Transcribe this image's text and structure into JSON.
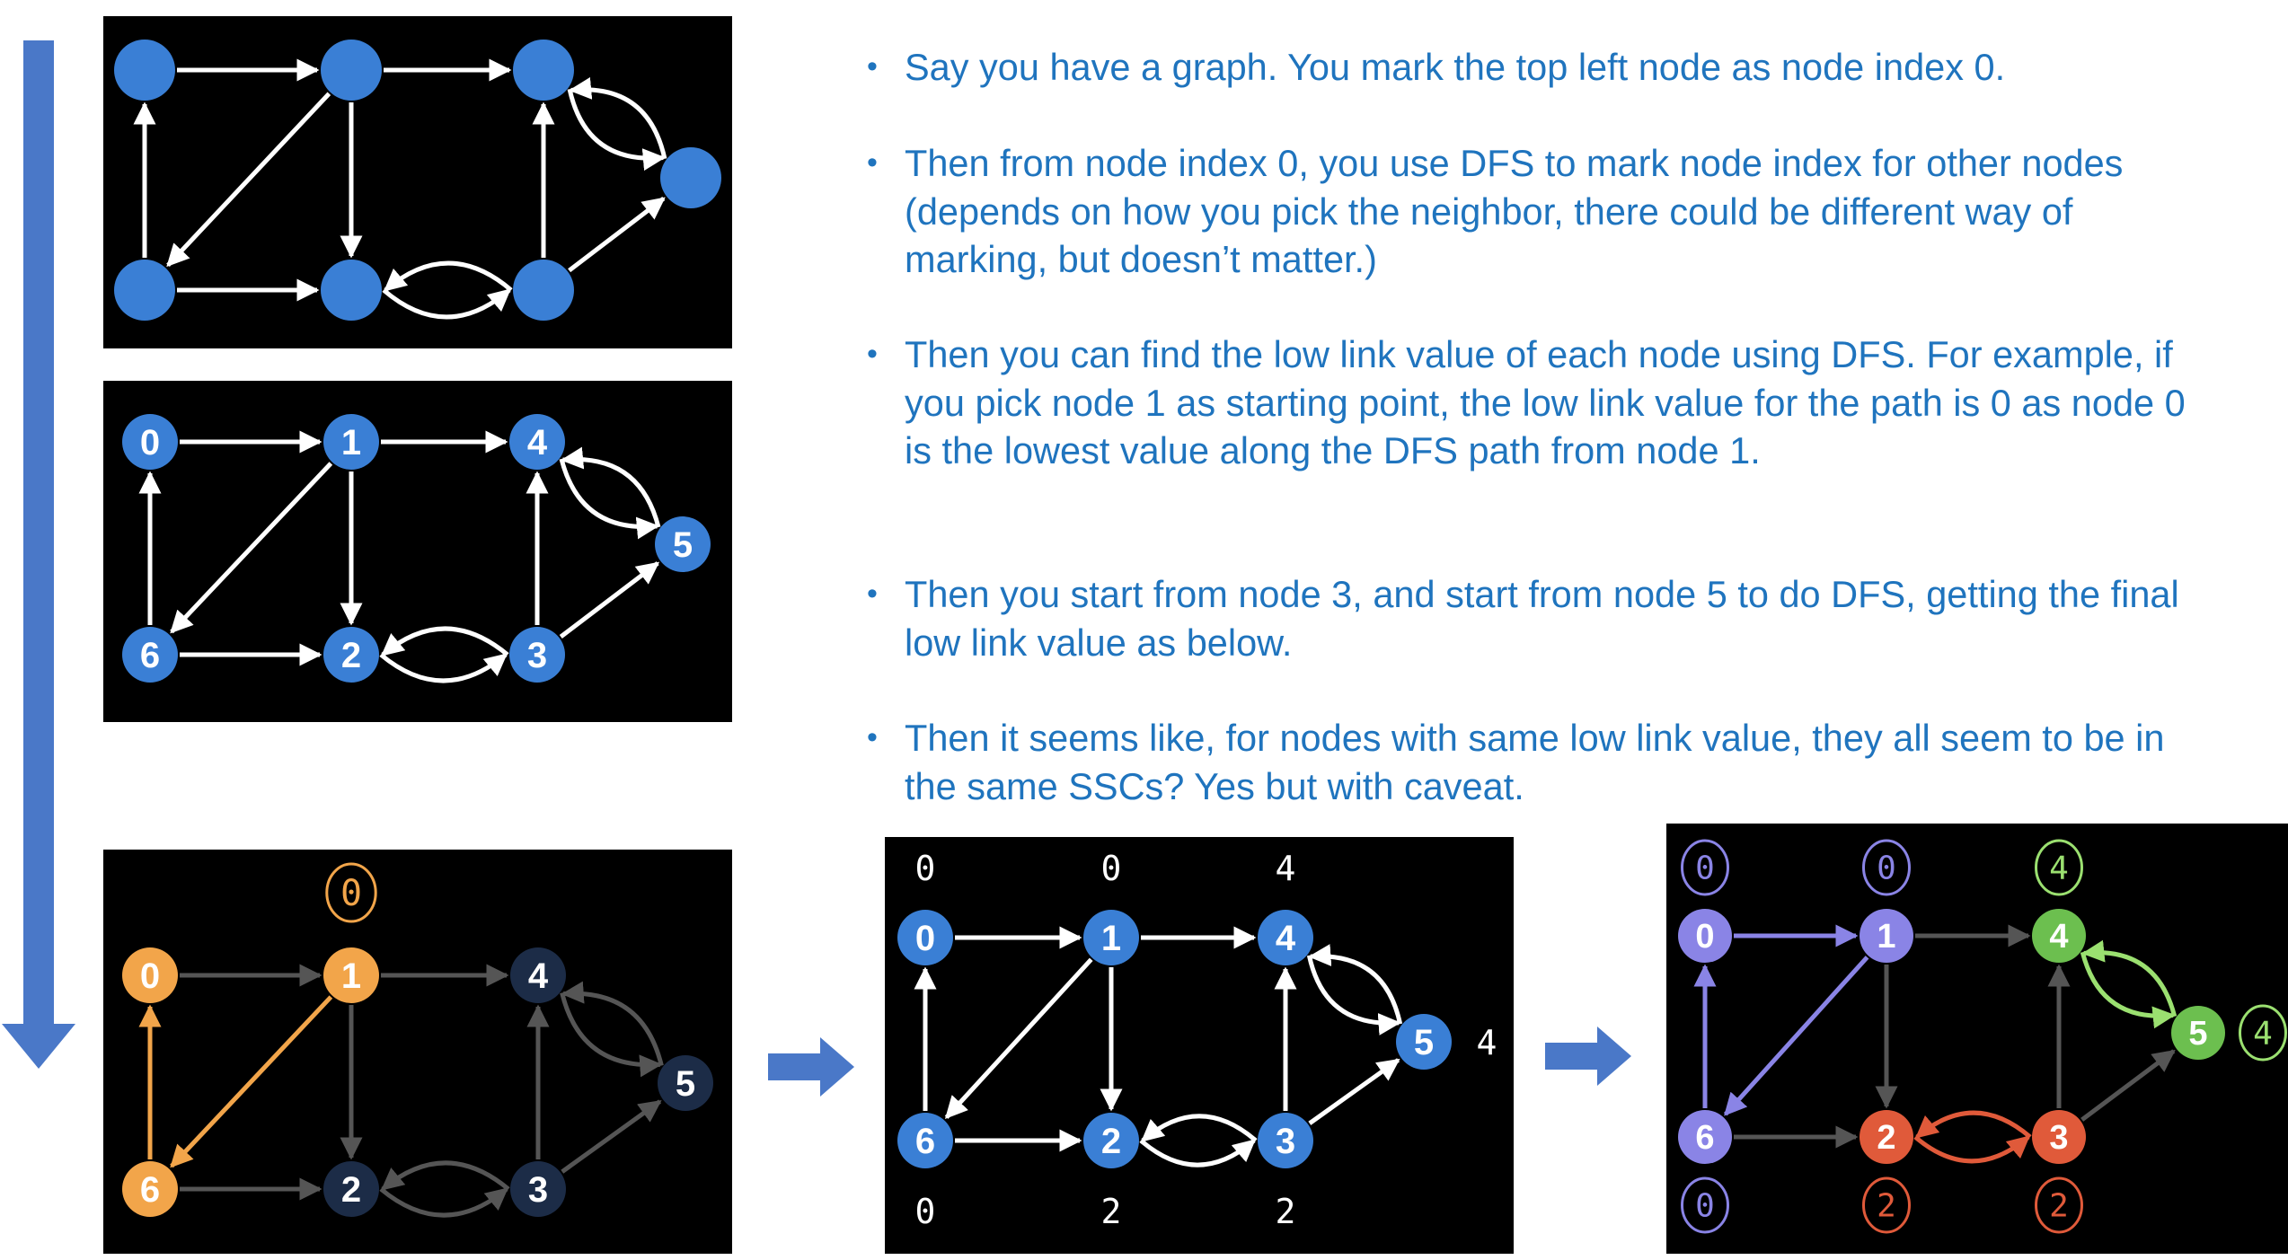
{
  "bullets": [
    "Say you have a graph. You mark the top left node as node index 0.",
    "Then from node index 0, you use DFS to mark node index for other nodes (depends on how you pick the neighbor, there could be different way of marking, but doesn’t matter.)",
    "Then you can find the low link value of each node using DFS. For example, if you pick node 1 as starting point, the low link value for the path is 0 as node 0 is the lowest value along the DFS path from node 1.",
    "Then you start from node 3, and start from node 5 to do DFS, getting the final low link value as below.",
    "Then it seems like, for nodes with same low link value, they all seem to be in the same SSCs? Yes but with caveat."
  ],
  "graph": {
    "node_ids": [
      "0",
      "1",
      "2",
      "3",
      "4",
      "5",
      "6"
    ],
    "edges": [
      [
        "0",
        "1"
      ],
      [
        "1",
        "4"
      ],
      [
        "1",
        "6"
      ],
      [
        "1",
        "2"
      ],
      [
        "6",
        "0"
      ],
      [
        "6",
        "2"
      ],
      [
        "2",
        "3"
      ],
      [
        "3",
        "2"
      ],
      [
        "3",
        "4"
      ],
      [
        "3",
        "5"
      ],
      [
        "4",
        "5"
      ],
      [
        "5",
        "4"
      ]
    ]
  },
  "panel3": {
    "low_link_labels": {
      "1": "0"
    }
  },
  "panel4": {
    "low_link_labels": {
      "0": "0",
      "1": "0",
      "4": "4",
      "5": "4",
      "6": "0",
      "2": "2",
      "3": "2"
    }
  },
  "panel5": {
    "low_link_labels": {
      "0": "0",
      "1": "0",
      "4": "4",
      "5": "4",
      "6": "0",
      "2": "2",
      "3": "2"
    }
  },
  "colors": {
    "node_blue": "#3a7fd5",
    "node_dark": "#1c2c47",
    "orange": "#f2a54a",
    "purple": "#8a84e6",
    "green": "#6cbf4f",
    "green_light": "#9be070",
    "red": "#e05a3a",
    "gray_edge": "#555555",
    "text_blue": "#1f74be",
    "arrow_blue": "#4a78c8"
  }
}
